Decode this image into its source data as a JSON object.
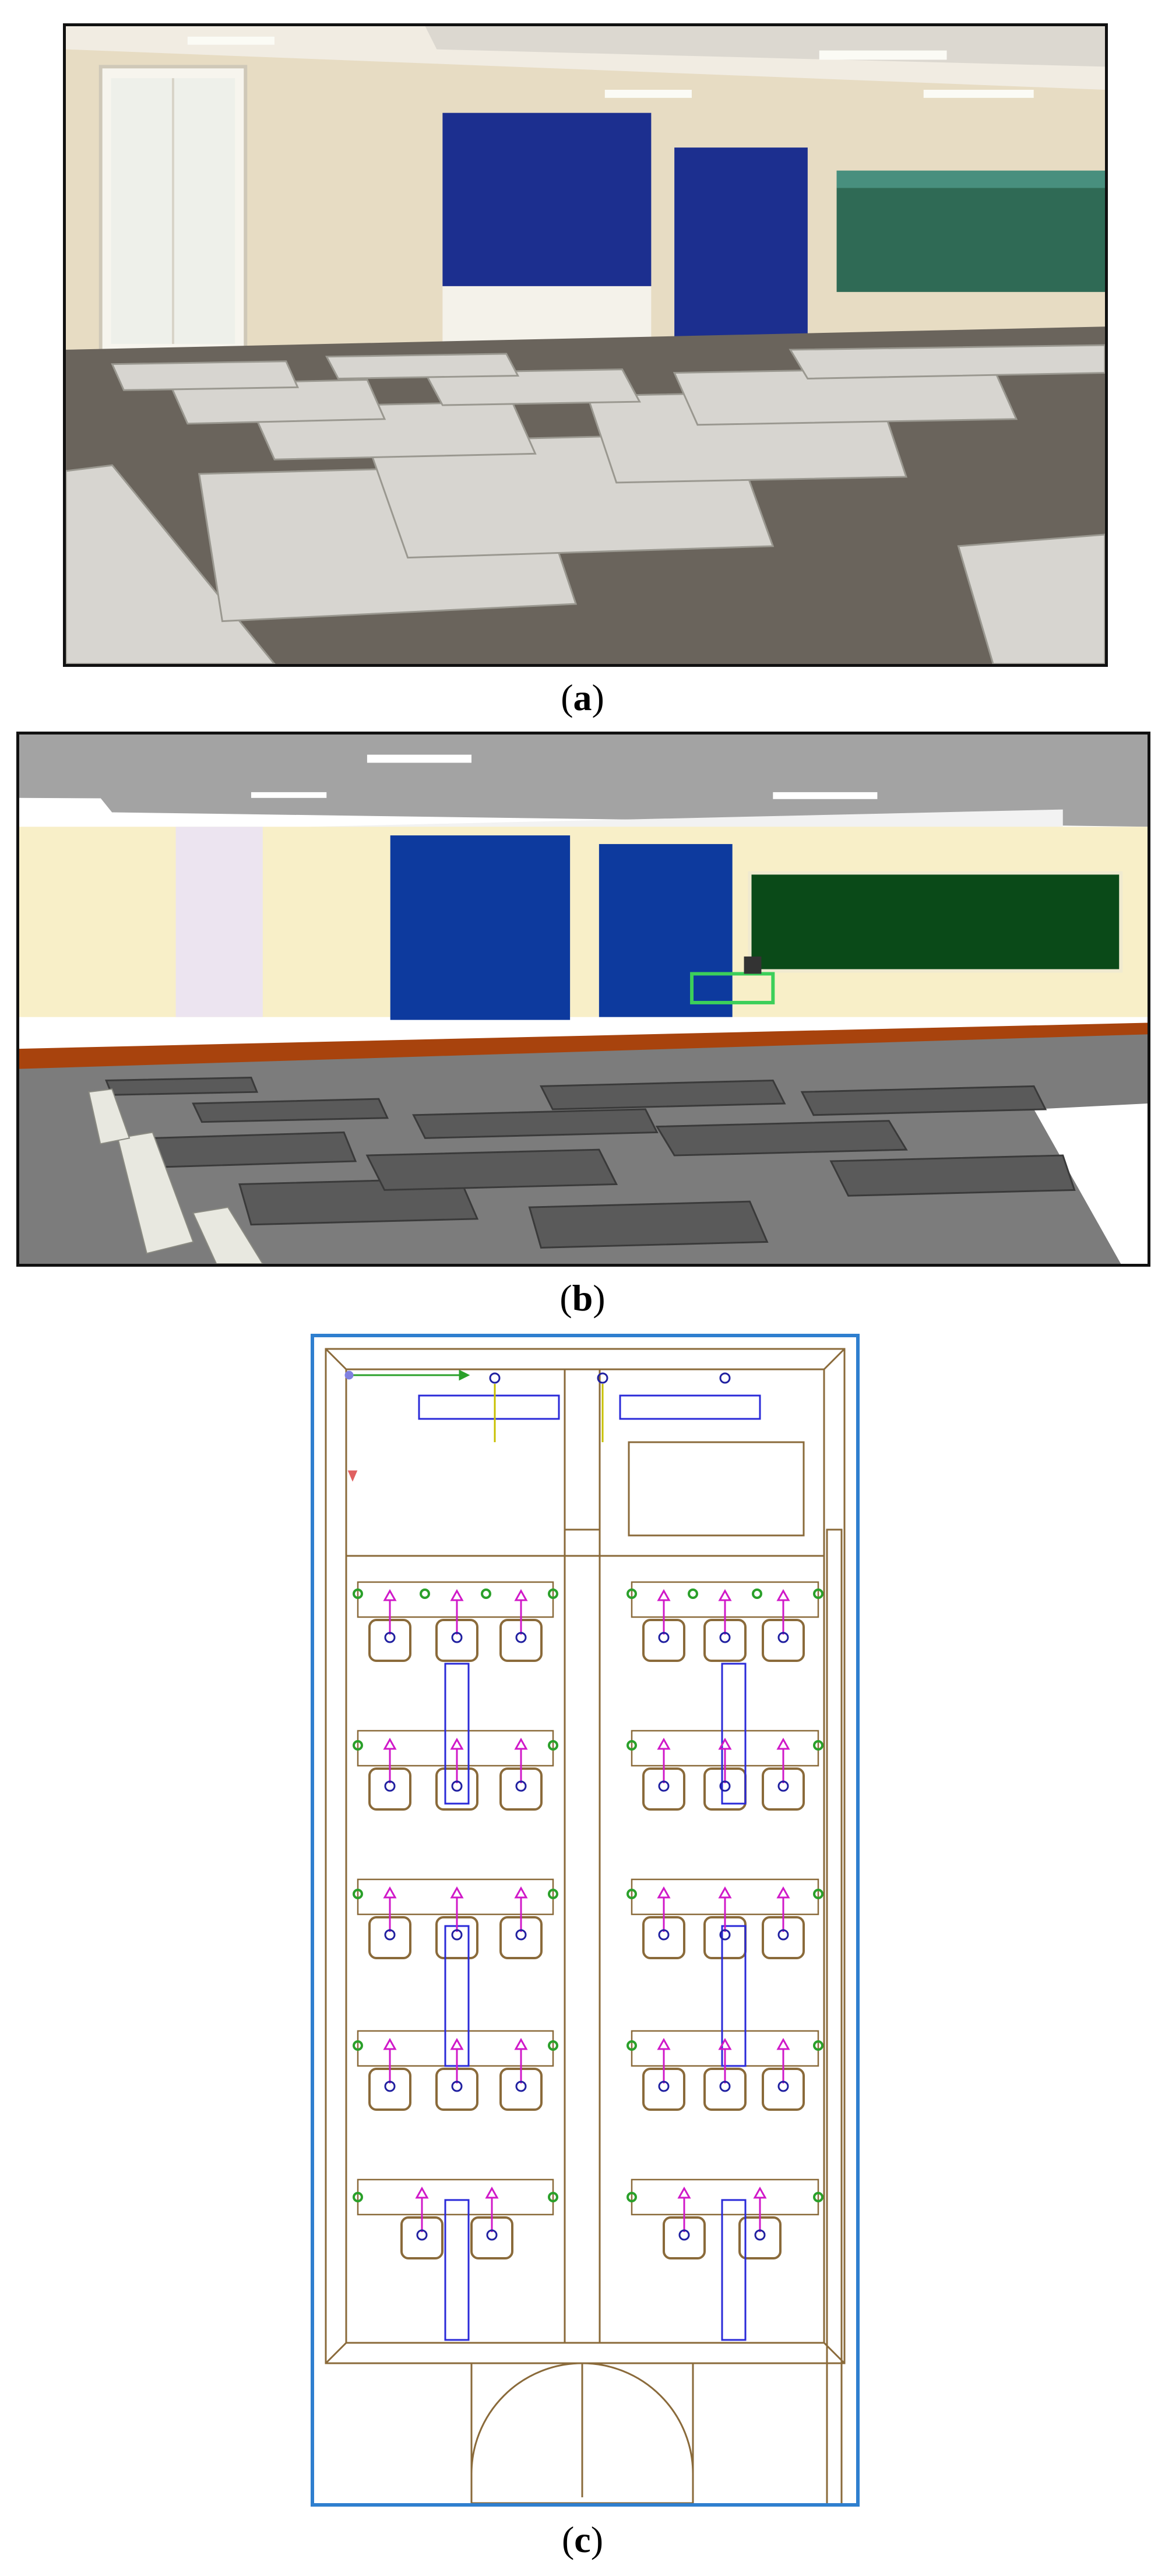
{
  "figure": {
    "panels": [
      {
        "id": "a",
        "open": "(",
        "letter": "a",
        "close": ")",
        "kind": "classroom-photograph"
      },
      {
        "id": "b",
        "open": "(",
        "letter": "b",
        "close": ")",
        "kind": "classroom-3d-model-render"
      },
      {
        "id": "c",
        "open": "(",
        "letter": "c",
        "close": ")",
        "kind": "classroom-floor-plan"
      }
    ]
  },
  "colors": {
    "frame_a": "#111111",
    "frame_b": "#111111",
    "frame_c": "#2f7fcf",
    "curtain_photo": "#1c2f8f",
    "chalkboard_photo": "#2f6a55",
    "curtain_model": "#0d3a9e",
    "chalkboard_model": "#0a4a18",
    "wall_model": "#f8efc8",
    "wainscot_model": "#a8430d",
    "ceiling_model": "#a3a3a3",
    "floor_model": "#7c7c7c",
    "plan_lines": "#8a6a3a",
    "luminaire": "#2a2ad8",
    "sensor_green": "#2aa02a",
    "sensor_magenta": "#d018c8",
    "sensor_blue": "#2020a0"
  }
}
